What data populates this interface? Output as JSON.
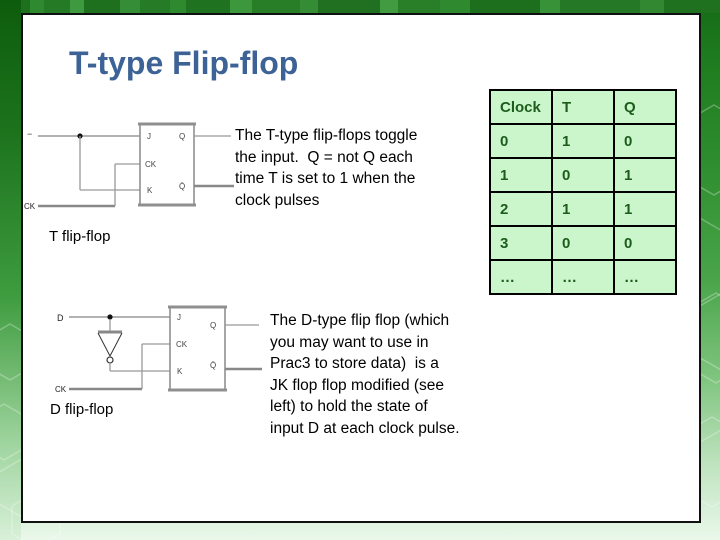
{
  "slide": {
    "title": "T-type Flip-flop",
    "upper": {
      "caption": "T flip-flop",
      "description_lines": [
        "The T-type flip-flops toggle",
        "the input.  Q = not Q each",
        "time T is set to 1 when the",
        "clock pulses"
      ],
      "diagram": {
        "input_label": "−",
        "clock_label": "CK",
        "box": {
          "j": "J",
          "ck": "CK",
          "k": "K",
          "q": "Q",
          "q_bar": "Q̄"
        }
      }
    },
    "lower": {
      "caption": "D flip-flop",
      "description_lines": [
        "The D-type flip flop (which",
        "you may want to use in",
        "Prac3 to store data)  is a",
        "JK flop flop modified (see",
        "left) to hold the state of",
        "input D at each clock pulse."
      ],
      "diagram": {
        "input_label": "D",
        "clock_label": "CK",
        "box": {
          "j": "J",
          "ck": "CK",
          "k": "K",
          "q": "Q",
          "q_bar": "Q̄"
        }
      }
    },
    "table": {
      "headers": [
        "Clock",
        "T",
        "Q"
      ],
      "rows": [
        [
          "0",
          "1",
          "0"
        ],
        [
          "1",
          "0",
          "1"
        ],
        [
          "2",
          "1",
          "1"
        ],
        [
          "3",
          "0",
          "0"
        ],
        [
          "…",
          "…",
          "…"
        ]
      ]
    },
    "colors": {
      "title": "#3D6296",
      "table_bg": "#CBF6CB",
      "table_text": "#1D5C1D"
    }
  }
}
